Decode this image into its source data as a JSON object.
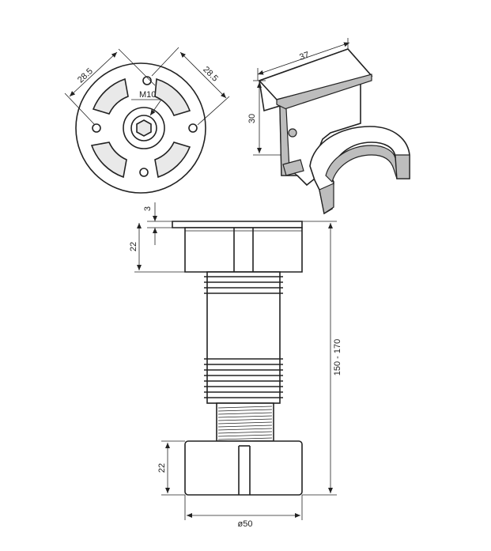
{
  "top_view": {
    "dim_left": "28.5",
    "dim_right": "28.5",
    "thread": "M10"
  },
  "clip": {
    "width": "37",
    "height": "30"
  },
  "side_view": {
    "top_step": "3",
    "top_cap_height": "22",
    "base_height": "22",
    "total_height": "150 - 170",
    "base_diameter": "ø50"
  },
  "colors": {
    "line": "#222222",
    "fill": "#e9e9e9",
    "shade": "#bdbdbd"
  }
}
